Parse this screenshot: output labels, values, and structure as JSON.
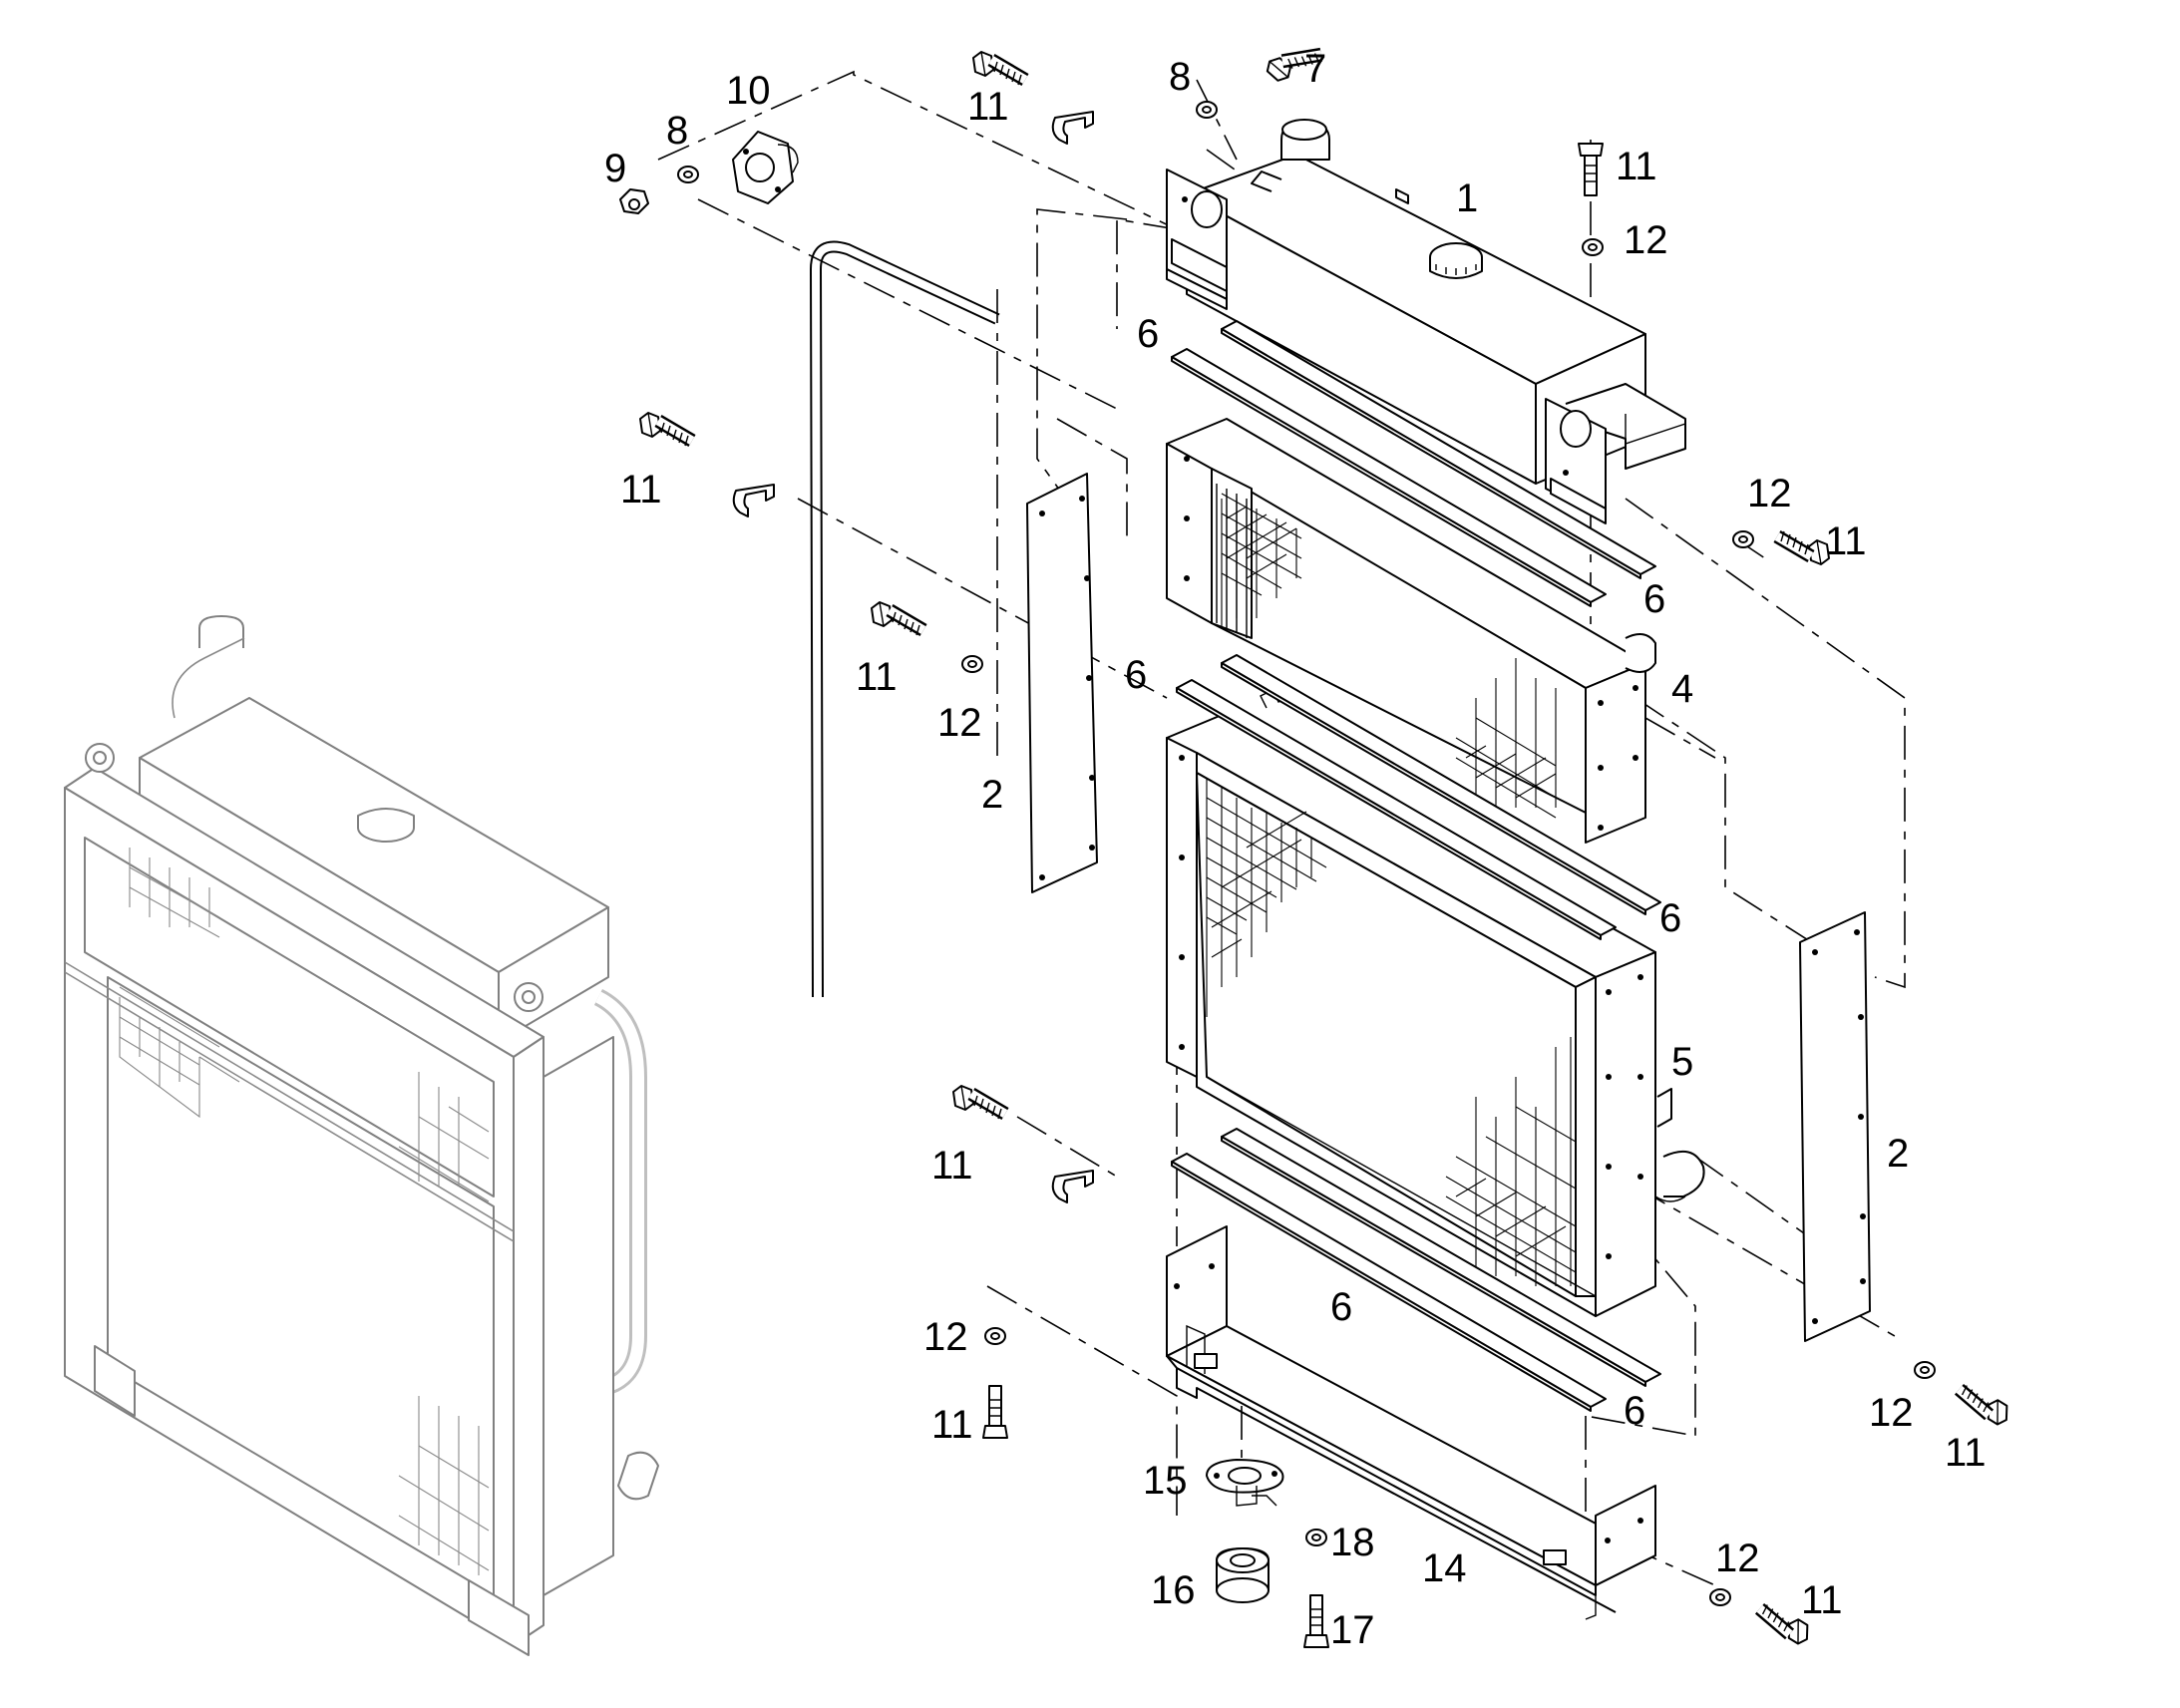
{
  "callouts": [
    {
      "id": "c10",
      "text": "10"
    },
    {
      "id": "c8a",
      "text": "8"
    },
    {
      "id": "c9",
      "text": "9"
    },
    {
      "id": "c11a",
      "text": "11"
    },
    {
      "id": "c8b",
      "text": "8"
    },
    {
      "id": "c7",
      "text": "7"
    },
    {
      "id": "c1",
      "text": "1"
    },
    {
      "id": "c11b",
      "text": "11"
    },
    {
      "id": "c12a",
      "text": "12"
    },
    {
      "id": "c6a",
      "text": "6"
    },
    {
      "id": "c11c",
      "text": "11"
    },
    {
      "id": "c12b",
      "text": "12"
    },
    {
      "id": "c11d",
      "text": "11"
    },
    {
      "id": "c6b",
      "text": "6"
    },
    {
      "id": "c11e",
      "text": "11"
    },
    {
      "id": "c12c",
      "text": "12"
    },
    {
      "id": "c6c",
      "text": "6"
    },
    {
      "id": "c4",
      "text": "4"
    },
    {
      "id": "c2a",
      "text": "2"
    },
    {
      "id": "c6d",
      "text": "6"
    },
    {
      "id": "c5",
      "text": "5"
    },
    {
      "id": "c2b",
      "text": "2"
    },
    {
      "id": "c11f",
      "text": "11"
    },
    {
      "id": "c6e",
      "text": "6"
    },
    {
      "id": "c12d",
      "text": "12"
    },
    {
      "id": "c11g",
      "text": "11"
    },
    {
      "id": "c6f",
      "text": "6"
    },
    {
      "id": "c12e",
      "text": "12"
    },
    {
      "id": "c11h",
      "text": "11"
    },
    {
      "id": "c15",
      "text": "15"
    },
    {
      "id": "c18",
      "text": "18"
    },
    {
      "id": "c14",
      "text": "14"
    },
    {
      "id": "c12f",
      "text": "12"
    },
    {
      "id": "c11i",
      "text": "11"
    },
    {
      "id": "c16",
      "text": "16"
    },
    {
      "id": "c17",
      "text": "17"
    }
  ],
  "colors": {
    "line": "#000000",
    "ghost": "#808080",
    "background": "#ffffff"
  }
}
